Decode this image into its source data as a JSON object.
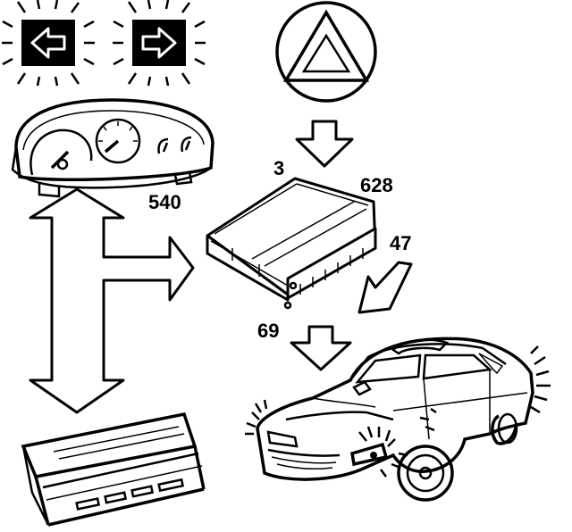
{
  "diagram": {
    "labels": {
      "hazard_input": "3",
      "control_module": "628",
      "instrument_cluster": "540",
      "turn_output": "47",
      "lamp_output": "69"
    },
    "components": {
      "left_indicator": "left-turn-indicator-icon",
      "right_indicator": "right-turn-indicator-icon",
      "hazard_switch": "hazard-warning-triangle-icon",
      "instrument_cluster": "instrument-cluster-icon",
      "control_module": "control-module-icon",
      "info_display": "display-panel-icon",
      "vehicle": "car-icon"
    },
    "colors": {
      "ink": "#000000",
      "paper": "#ffffff"
    }
  }
}
